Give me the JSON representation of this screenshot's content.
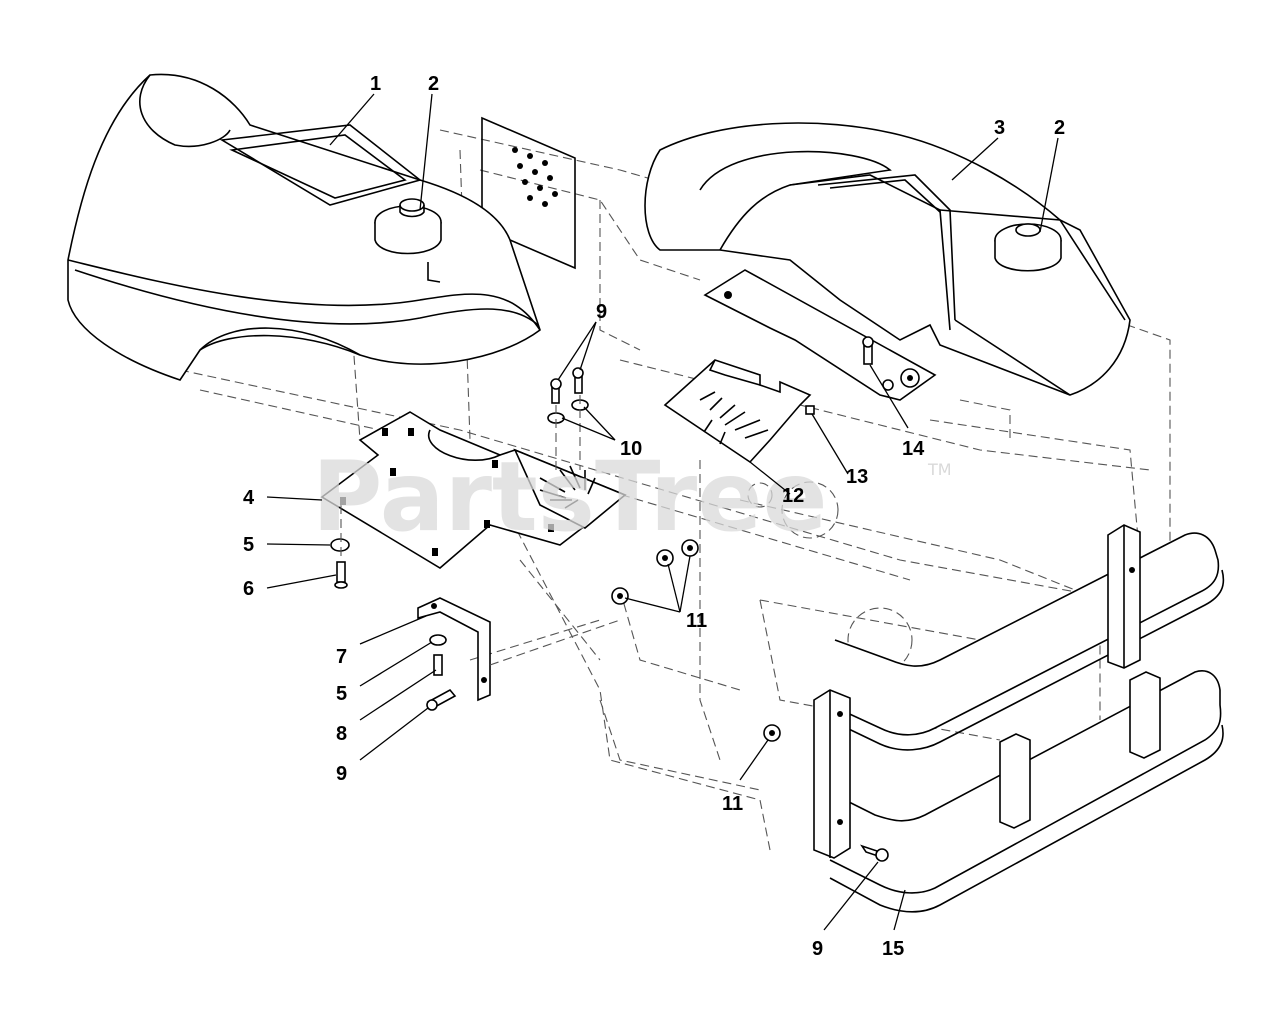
{
  "watermark": {
    "text": "PartsTree",
    "trademark": "TM"
  },
  "callouts": {
    "c1": "1",
    "c2a": "2",
    "c2b": "2",
    "c3": "3",
    "c4": "4",
    "c5a": "5",
    "c5b": "5",
    "c6": "6",
    "c7": "7",
    "c8": "8",
    "c9a": "9",
    "c9b": "9",
    "c9c": "9",
    "c10": "10",
    "c11a": "11",
    "c11b": "11",
    "c12": "12",
    "c13": "13",
    "c14": "14",
    "c15": "15"
  }
}
